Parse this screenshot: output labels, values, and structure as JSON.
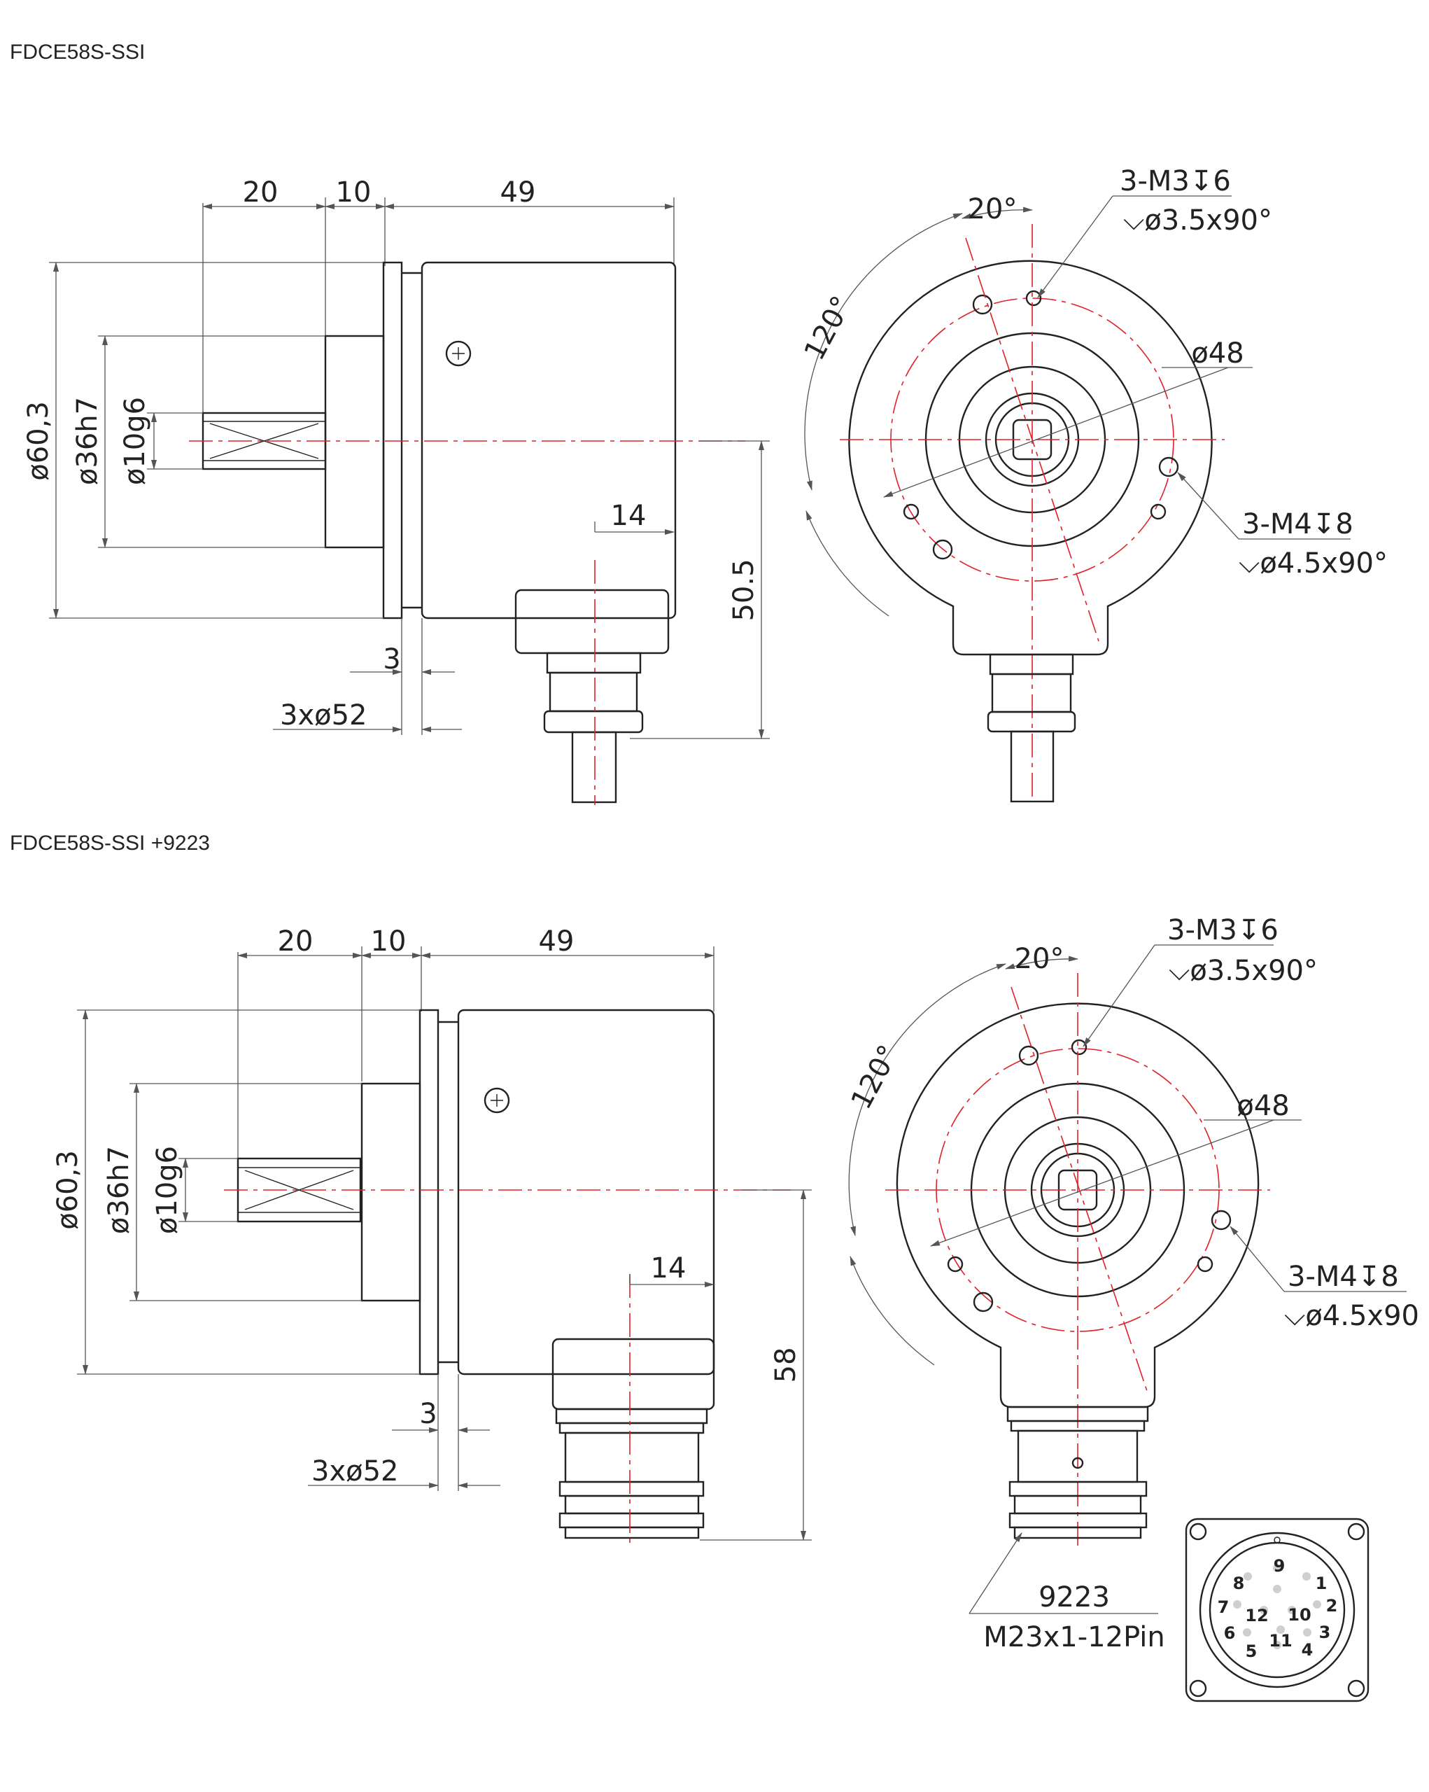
{
  "titles": {
    "top": "FDCE58S-SSI",
    "bottom": "FDCE58S-SSI +9223"
  },
  "side_view": {
    "dim_20": "20",
    "dim_10": "10",
    "dim_49": "49",
    "dim_dia_60": "ø60,3",
    "dim_dia_36": "ø36h7",
    "dim_dia_10": "ø10g6",
    "dim_14": "14",
    "dim_3": "3",
    "dim_3x52": "3xø52",
    "height_top": "50.5",
    "height_bottom": "58"
  },
  "front_view": {
    "angle_20": "20°",
    "angle_120": "120°",
    "dia_48": "ø48",
    "m3_line1": "3-M3↧6",
    "m3_line2": "⌵ø3.5x90°",
    "m4_line1": "3-M4↧8",
    "m4_line2_top": "⌵ø4.5x90°",
    "m4_line2_bottom": "⌵ø4.5x90"
  },
  "connector": {
    "name": "9223",
    "spec": "M23x1-12Pin",
    "pins": [
      "1",
      "2",
      "3",
      "4",
      "5",
      "6",
      "7",
      "8",
      "9",
      "10",
      "11",
      "12"
    ]
  }
}
